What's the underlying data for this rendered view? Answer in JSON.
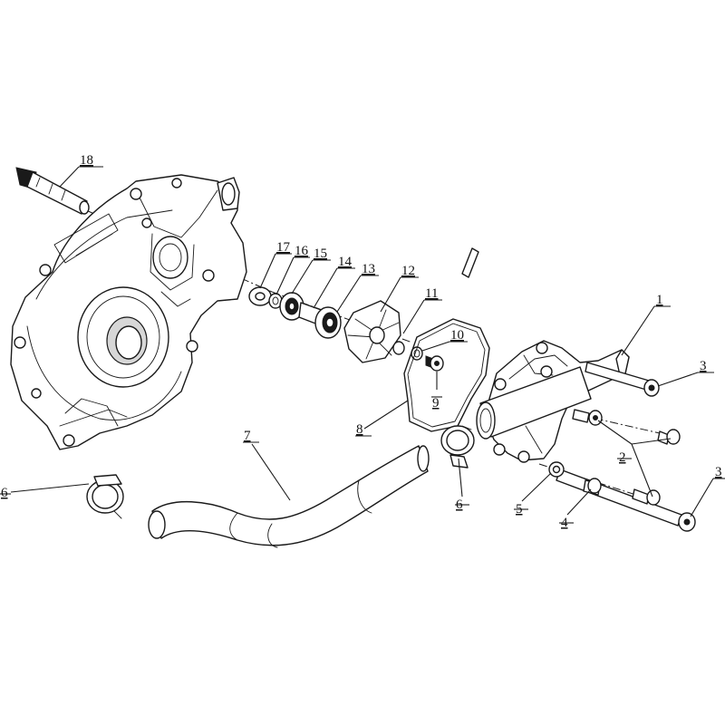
{
  "callouts": {
    "c1": "1",
    "c2": "2",
    "c3a": "3",
    "c3b": "3",
    "c4": "4",
    "c5": "5",
    "c6a": "6",
    "c6b": "6",
    "c7": "7",
    "c8": "8",
    "c9": "9",
    "c10": "10",
    "c11": "11",
    "c12": "12",
    "c13": "13",
    "c14": "14",
    "c15": "15",
    "c16": "16",
    "c17": "17",
    "c18": "18"
  }
}
